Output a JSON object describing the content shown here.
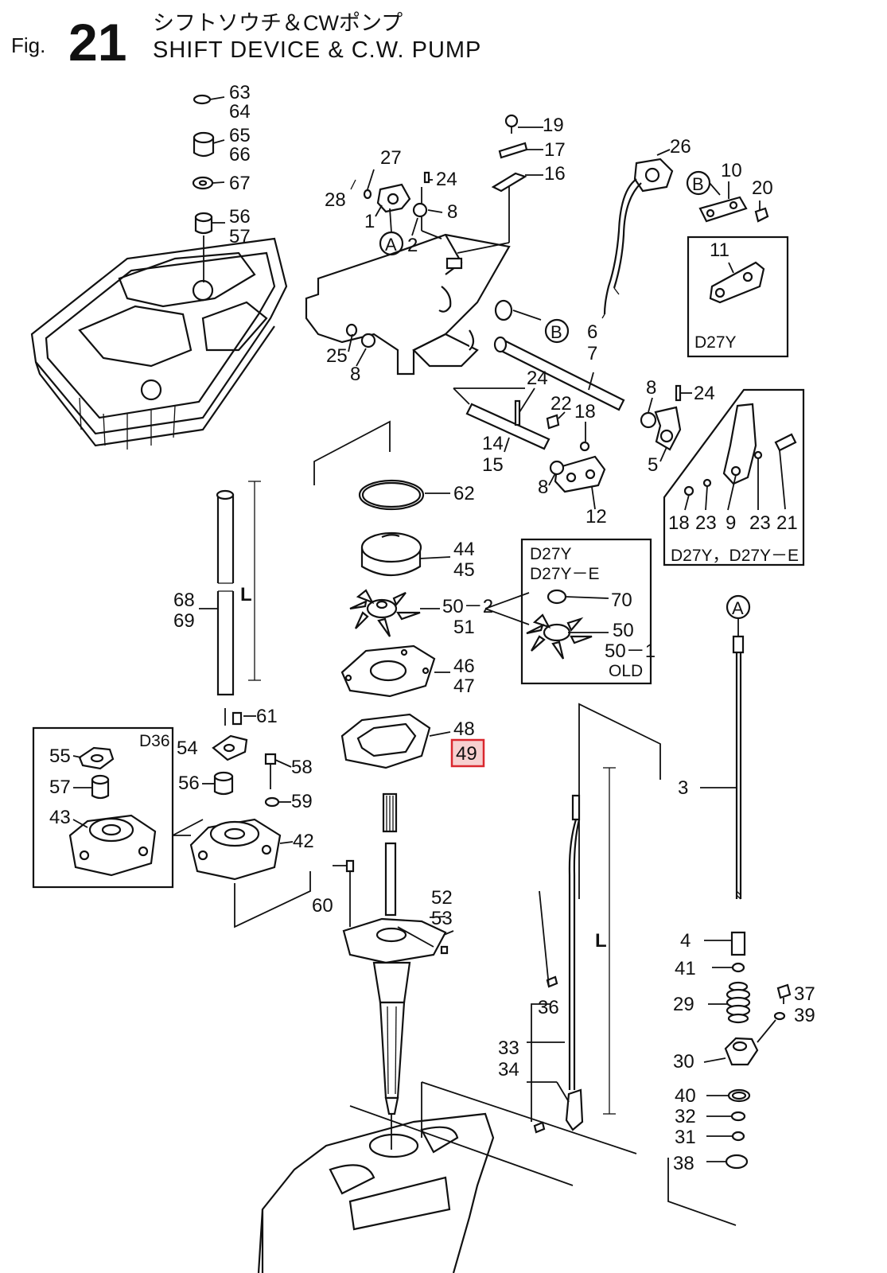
{
  "header": {
    "fig_prefix": "Fig.",
    "fig_number": "21",
    "title_ja": "シフトソウチ＆CWポンプ",
    "title_en": "SHIFT DEVICE & C.W. PUMP"
  },
  "callouts": {
    "p63": "63",
    "p64": "64",
    "p65": "65",
    "p66": "66",
    "p67": "67",
    "p56a": "56",
    "p57a": "57",
    "p27": "27",
    "p24a": "24",
    "p28": "28",
    "p8a": "8",
    "p1": "1",
    "p2": "2",
    "p19": "19",
    "p17": "17",
    "p16": "16",
    "p26": "26",
    "p10": "10",
    "p20": "20",
    "p11": "11",
    "p25": "25",
    "p8b": "8",
    "p6": "6",
    "p7": "7",
    "p24b": "24",
    "p22": "22",
    "p18a": "18",
    "p14": "14",
    "p15": "15",
    "p8c": "8",
    "p12": "12",
    "p8d": "8",
    "p24c": "24",
    "p5": "5",
    "p18b": "18",
    "p23a": "23",
    "p9": "9",
    "p23b": "23",
    "p21": "21",
    "p62": "62",
    "p44": "44",
    "p45": "45",
    "p50_2": "50－2",
    "p51": "51",
    "p46": "46",
    "p47": "47",
    "p48": "48",
    "p49": "49",
    "p70": "70",
    "p50": "50",
    "p50_1": "50－1",
    "p68": "68",
    "p69": "69",
    "pL1": "L",
    "p61": "61",
    "p55": "55",
    "p54": "54",
    "p57b": "57",
    "p56b": "56",
    "p58": "58",
    "p59": "59",
    "p43": "43",
    "p42": "42",
    "p60": "60",
    "p52": "52",
    "p53": "53",
    "p3": "3",
    "pL2": "L",
    "p36": "36",
    "p33": "33",
    "p34": "34",
    "p4": "4",
    "p41": "41",
    "p29": "29",
    "p37": "37",
    "p39": "39",
    "p30": "30",
    "p40": "40",
    "p32": "32",
    "p31": "31",
    "p38": "38"
  },
  "reference_marks": {
    "a_top": "A",
    "a_right": "A",
    "b_cable": "B",
    "b_bracket": "B"
  },
  "inset_labels": {
    "d27y_bracket": "D27Y",
    "d27y_d27ye_lever": "D27Y，D27Y－E",
    "impeller_model_1": "D27Y",
    "impeller_model_2": "D27Y－E",
    "impeller_old": "OLD",
    "d36_housing": "D36"
  },
  "highlight": {
    "part": "49",
    "color": "#d9272e"
  }
}
